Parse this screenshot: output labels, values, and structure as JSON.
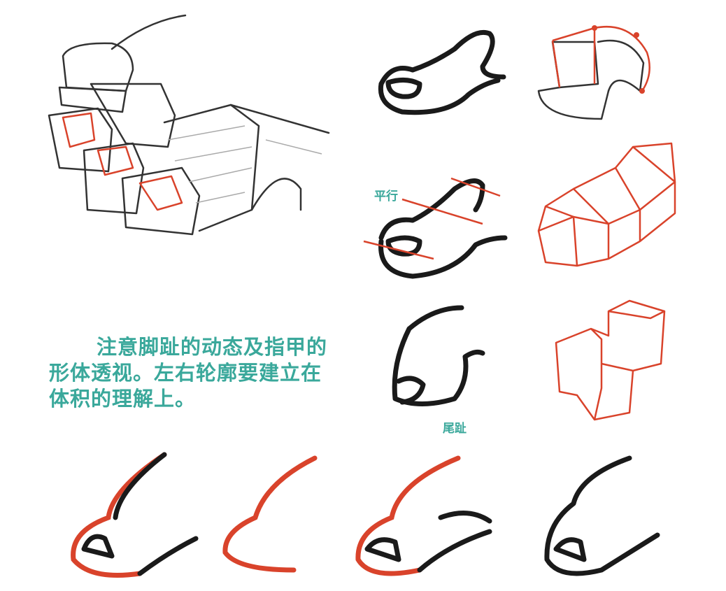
{
  "note": {
    "line1": "注意脚趾的动态及指甲的",
    "line2": "形体透视。左右轮廓要建立在",
    "line3": "体积的理解上。"
  },
  "labels": {
    "parallel": "平行",
    "little_toe": "尾趾"
  },
  "colors": {
    "accent_text": "#3aa89b",
    "construction_red": "#d9432b",
    "ink": "#1a1a1a"
  }
}
